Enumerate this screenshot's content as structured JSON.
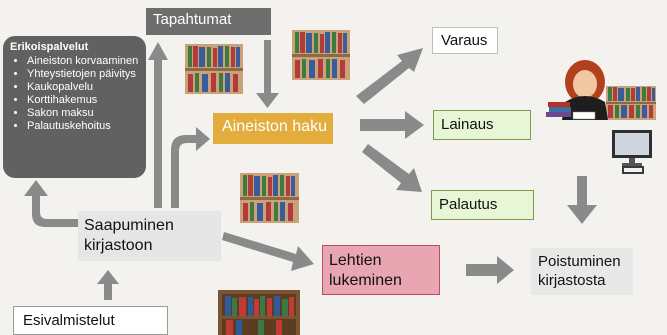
{
  "nodes": {
    "tapahtumat": "Tapahtumat",
    "varaus": "Varaus",
    "aineiston_haku": "Aineiston haku",
    "lainaus": "Lainaus",
    "palautus": "Palautus",
    "saapuminen": [
      "Saapuminen",
      "kirjastoon"
    ],
    "lehtien": [
      "Lehtien",
      "lukeminen"
    ],
    "poistuminen": [
      "Poistuminen",
      "kirjastosta"
    ],
    "esivalmistelut": "Esivalmistelut"
  },
  "erikoispalvelut": {
    "title": "Erikoispalvelut",
    "items": [
      "Aineiston korvaaminen",
      "Yhteystietojen päivitys",
      "Kaukopalvelu",
      "Korttihakemus",
      "Sakon maksu",
      "Palautuskehoitus"
    ]
  },
  "images": [
    "bookshelf-icon",
    "bookshelf-icon",
    "bookshelf-icon",
    "bookshelf-icon",
    "bookshelf-icon",
    "librarian-icon",
    "computer-icon"
  ],
  "colors": {
    "arrow": "#8a8a8a",
    "tapahtumat": "#6e6e6e",
    "aineiston_haku": "#e2ad3c",
    "lainaus_palautus": "#e9f6d5",
    "lehtien": "#e8a5b2",
    "erikoispalvelut": "#616161"
  }
}
